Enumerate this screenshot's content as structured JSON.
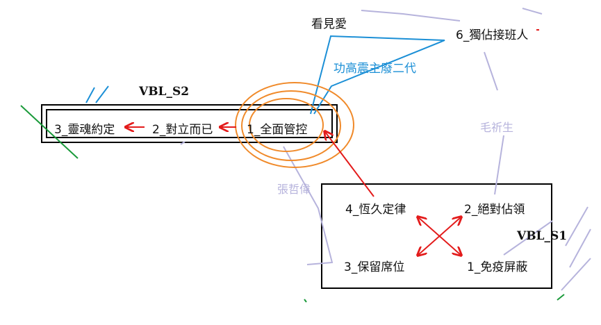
{
  "boxes": {
    "s2": {
      "title": "VBL_S2",
      "nodes": [
        "3_靈魂約定",
        "2_對立而已",
        "1_全面管控"
      ]
    },
    "s1": {
      "title": "VBL_S1",
      "nodes": [
        "4_恆久定律",
        "2_絕對佔領",
        "3_保留席位",
        "1_免疫屏蔽"
      ]
    }
  },
  "annotations": {
    "kanjian_ai": "看見愛",
    "node6": "6_獨佔接班人",
    "blue_label": "功高震主廢二代",
    "mao": "毛祈生",
    "zhang": "張哲偉"
  },
  "colors": {
    "arrow_red": "#e31b1b",
    "ring_orange": "#f08a2a",
    "blue": "#1b8fd6",
    "lavender": "#b6b3dc",
    "green": "#1a9a3a",
    "box_line": "#000000"
  }
}
